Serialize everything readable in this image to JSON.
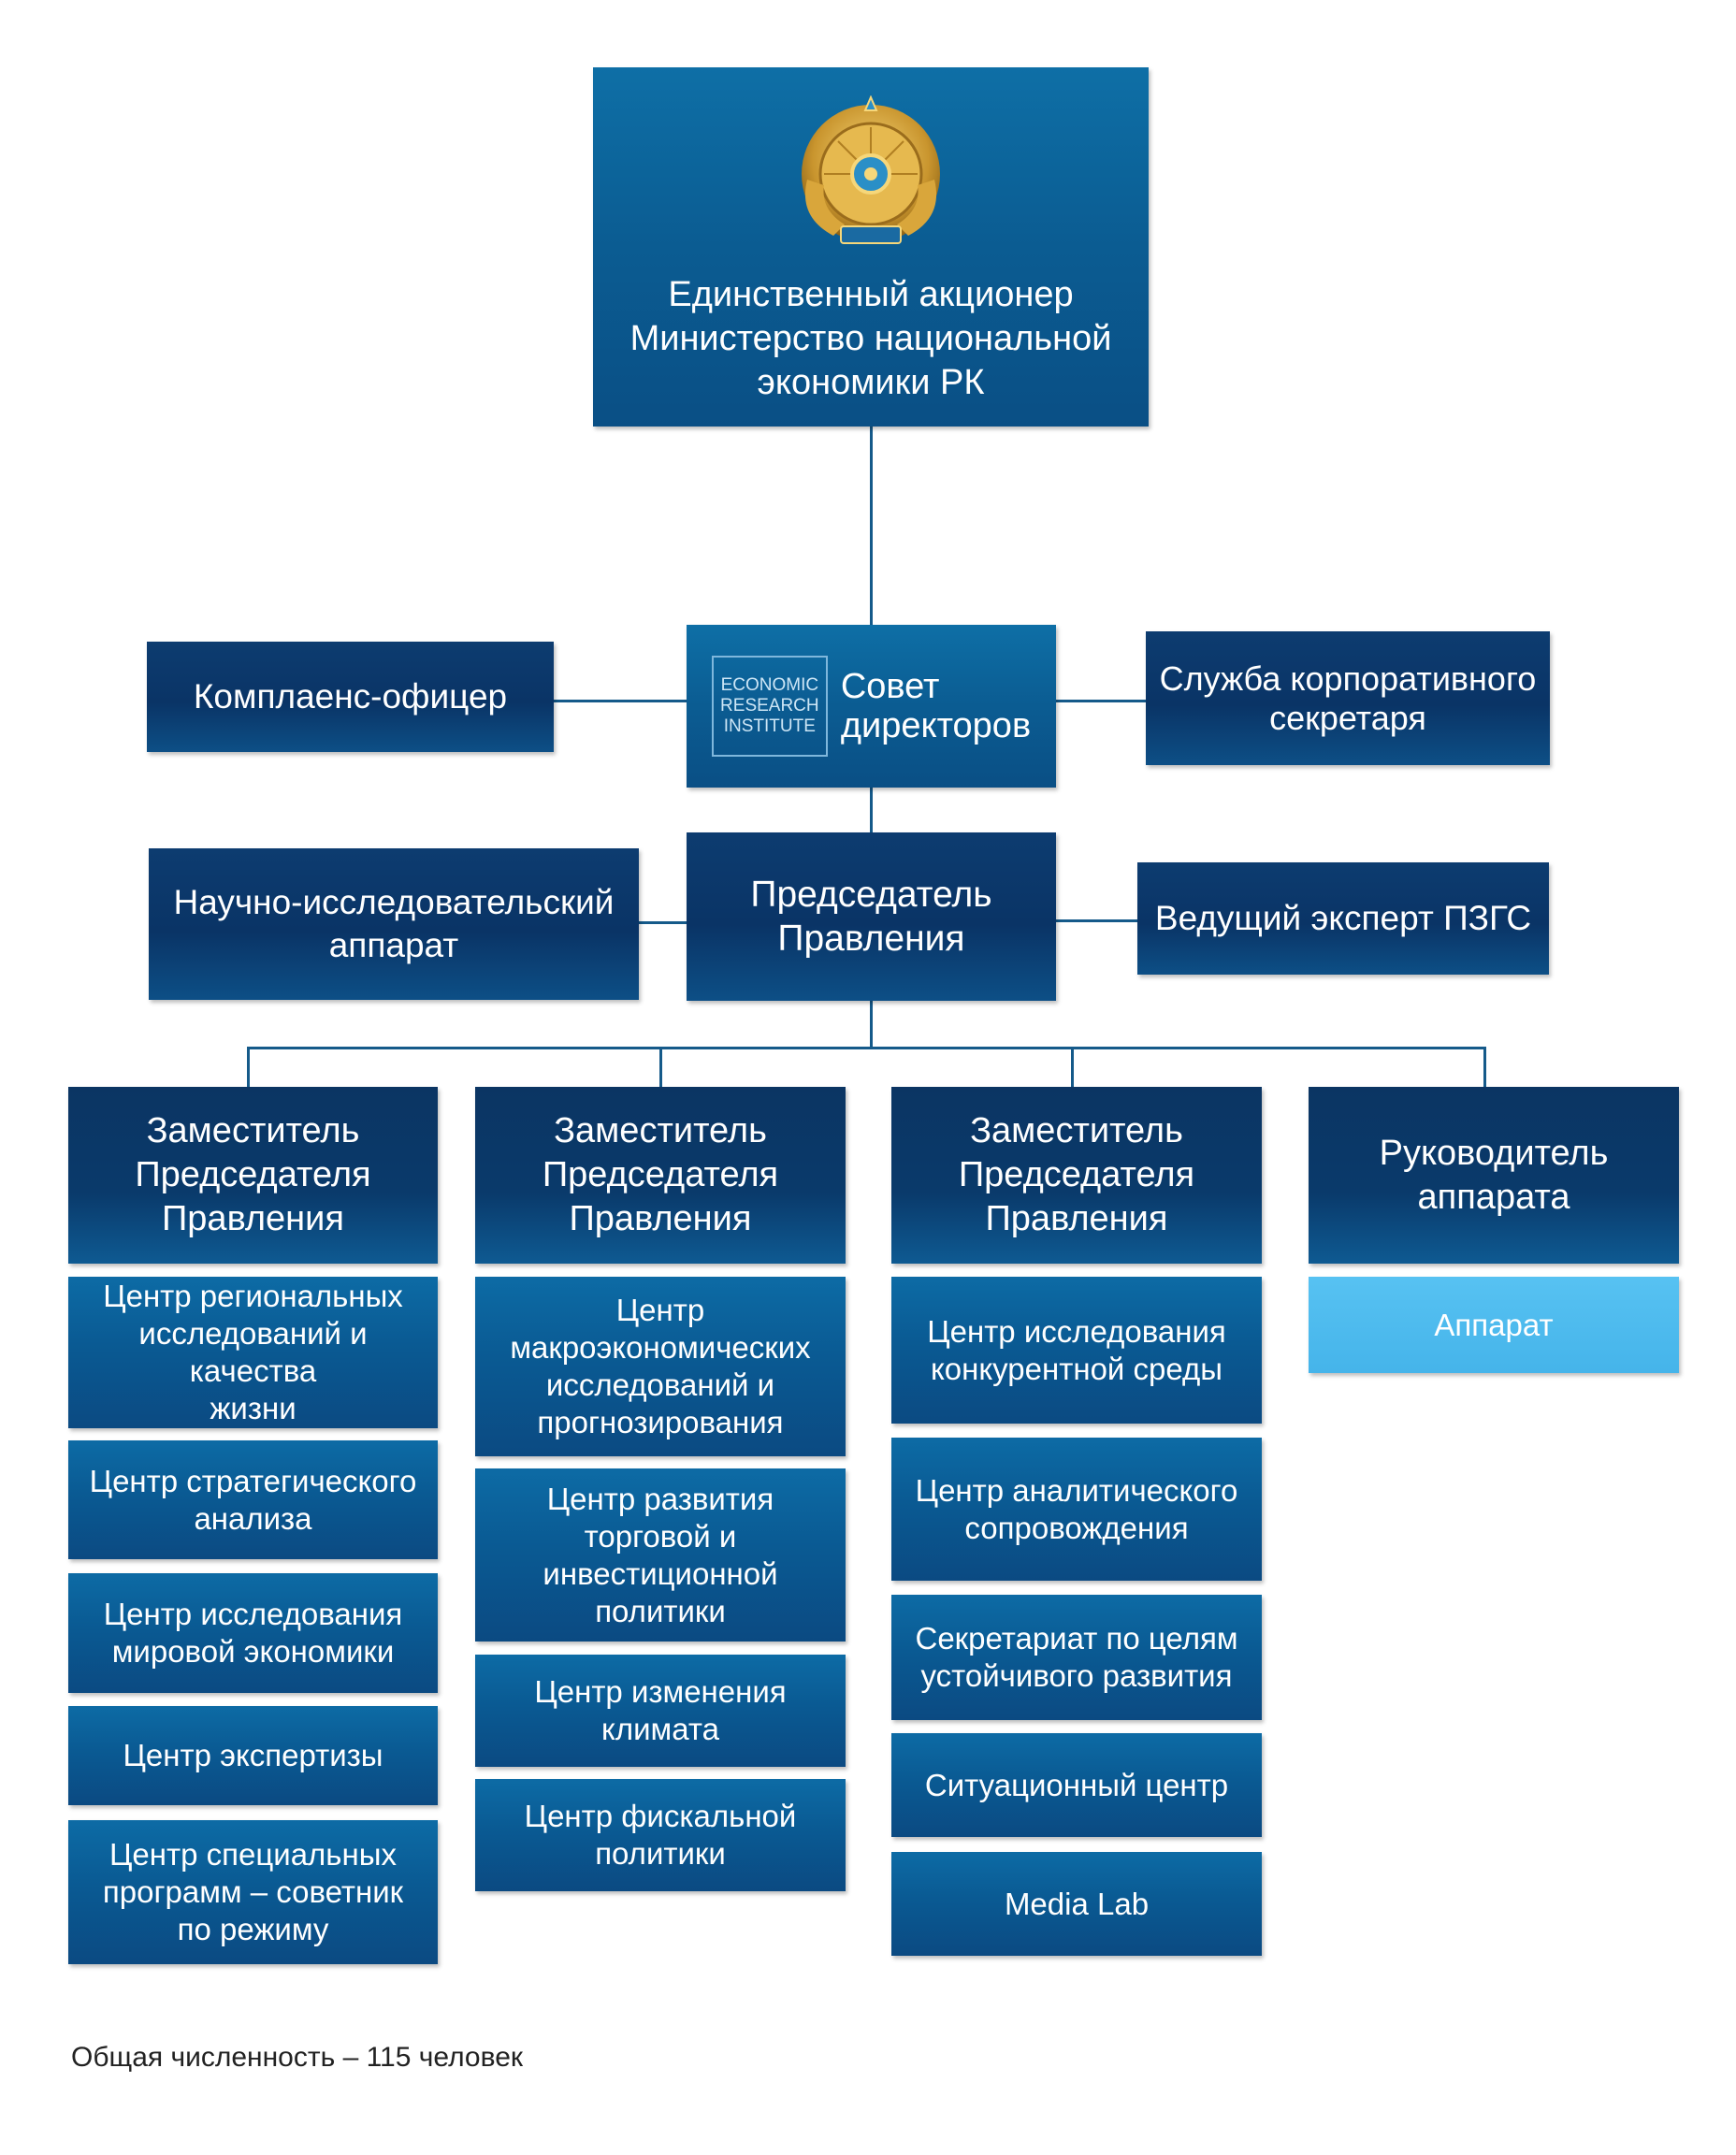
{
  "shareholder": {
    "text": "Единственный акционер\nМинистерство национальной\nэкономики РК"
  },
  "board": {
    "logo_line1": "ECONOMIC",
    "logo_line2": "RESEARCH",
    "logo_line3": "INSTITUTE",
    "text": "Совет\nдиректоров"
  },
  "compliance": {
    "text": "Комплаенс-офицер"
  },
  "corporate_secretary": {
    "text": "Служба корпоративного\nсекретаря"
  },
  "chairman": {
    "text": "Председатель\nПравления"
  },
  "research_apparatus": {
    "text": "Научно-исследовательский\nаппарат"
  },
  "lead_expert": {
    "text": "Ведущий эксперт ПЗГС"
  },
  "columns": [
    {
      "head": "Заместитель\nПредседателя\nПравления",
      "items": [
        "Центр региональных\nисследований и качества\nжизни",
        "Центр стратегического\nанализа",
        "Центр исследования\nмировой экономики",
        "Центр экспертизы",
        "Центр специальных\nпрограмм – советник\nпо режиму"
      ]
    },
    {
      "head": "Заместитель\nПредседателя\nПравления",
      "items": [
        "Центр\nмакроэкономических\nисследований и\nпрогнозирования",
        "Центр развития\nторговой и\nинвестиционной\nполитики",
        "Центр изменения\nклимата",
        "Центр фискальной\nполитики"
      ]
    },
    {
      "head": "Заместитель\nПредседателя\nПравления",
      "items": [
        "Центр исследования\nконкурентной среды",
        "Центр аналитического\nсопровождения",
        "Секретариат по целям\nустойчивого развития",
        "Ситуационный центр",
        "Media Lab"
      ]
    },
    {
      "head": "Руководитель\nаппарата",
      "items": [
        "Аппарат"
      ]
    }
  ],
  "footer": "Общая численность – 115 человек"
}
